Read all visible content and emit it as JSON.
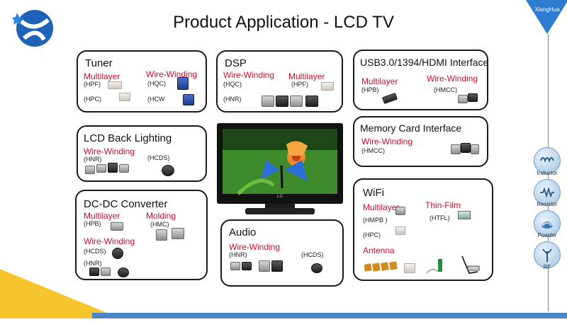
{
  "title": "Product Application - LCD TV",
  "brand": "XiangHua",
  "colors": {
    "accent_red": "#c8102e",
    "brand_blue": "#2e7bd1",
    "bottom_bar": "#4a86c8",
    "corner_yellow": "#f6c42b"
  },
  "boxes": {
    "tuner": {
      "title": "Tuner",
      "cat1": "Multilayer",
      "cat2": "Wire-Winding",
      "c1": "(HPF)",
      "c2": "(HQC)",
      "c3": "(HPC)",
      "c4": "(HCW"
    },
    "dsp": {
      "title": "DSP",
      "cat1": "Wire-Winding",
      "cat2": "Multilayer",
      "c1": "(HQC)",
      "c2": "(HPF)",
      "c3": "(HNR)"
    },
    "usb": {
      "title": "USB3.0/1394/HDMI Interface",
      "cat1": "Multilayer",
      "cat2": "Wire-Winding",
      "c1": "(HPB)",
      "c2": "(HMCC)"
    },
    "lcd": {
      "title": "LCD Back Lighting",
      "cat1": "Wire-Winding",
      "c1": "(HNR)",
      "c2": "(HCDS)"
    },
    "memory": {
      "title": "Memory Card Interface",
      "cat1": "Wire-Winding",
      "c1": "(HMCC)"
    },
    "dcdc": {
      "title": "DC-DC Converter",
      "cat1": "Multilayer",
      "cat2": "Molding",
      "cat3": "Wire-Winding",
      "c1": "(HPB)",
      "c2": "(HMC)",
      "c3": "(HCDS)",
      "c4": "(HNR)"
    },
    "audio": {
      "title": "Audio",
      "cat1": "Wire-Winding",
      "c1": "(HNR)",
      "c2": "(HCDS)"
    },
    "wifi": {
      "title": "WiFi",
      "cat1": "Multilayer",
      "cat2": "Thin-Film",
      "cat3": "Antenna",
      "c1": "(HMPB )",
      "c2": "(HTFL)",
      "c3": "(HPC)"
    }
  },
  "tv": {
    "brand": "LG"
  },
  "sidebar": {
    "items": [
      {
        "label": "Inductor"
      },
      {
        "label": "Resistor"
      },
      {
        "label": "Powder"
      },
      {
        "label": "RF"
      }
    ]
  }
}
